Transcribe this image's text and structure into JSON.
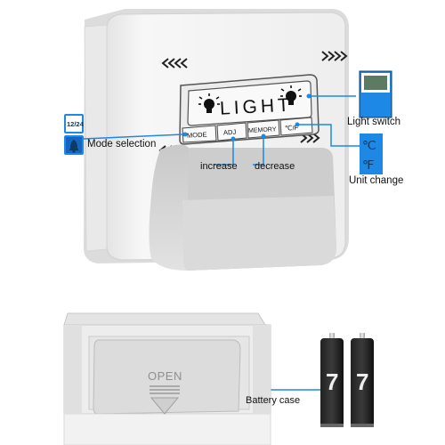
{
  "panel": {
    "light_label": "LIGHT",
    "buttons": {
      "mode": "MODE",
      "adj": "ADJ",
      "memory": "MEMORY",
      "unit": "℃/F"
    }
  },
  "callouts": {
    "mode_selection": "Mode selection",
    "increase": "increase",
    "decrease": "decrease",
    "light_switch": "Light switch",
    "unit_change": "Unit change",
    "battery_case": "Battery case"
  },
  "icons": {
    "clock_12_24": "12/24",
    "celsius": "℃",
    "fahrenheit": "℉"
  },
  "battery": {
    "cover_label": "OPEN",
    "battery_1_label": "7",
    "battery_2_label": "7"
  },
  "colors": {
    "accent_blue": "#1e88e5",
    "dark_blue": "#0d3b66",
    "lcd_green": "#5d7a63",
    "device_white": "#f5f5f5",
    "device_grey": "#cfcfcf"
  }
}
